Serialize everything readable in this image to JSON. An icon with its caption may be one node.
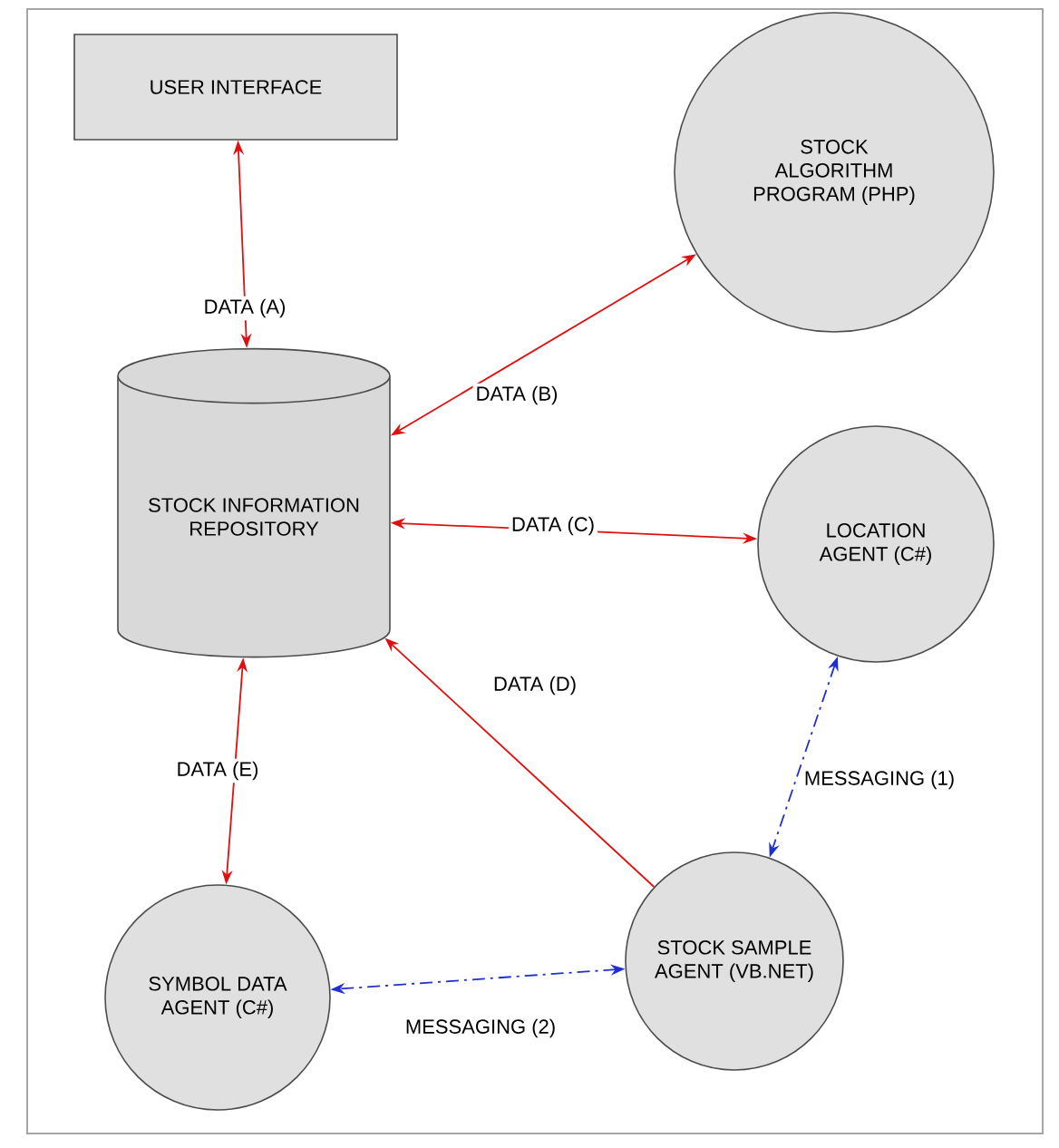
{
  "diagram": {
    "nodes": [
      {
        "text": [
          "USER INTERFACE"
        ]
      },
      {
        "text": [
          "STOCK ALGORITHM PROGRAM (PHP)"
        ]
      },
      {
        "text": [
          "STOCK INFORMATION REPOSITORY"
        ]
      },
      {
        "text": [
          "LOCATION AGENT (C#)"
        ]
      },
      {
        "text": [
          "STOCK SAMPLE AGENT (VB.NET)"
        ]
      },
      {
        "text": [
          "SYMBOL DATA AGENT (C#)"
        ]
      }
    ],
    "edges": [
      {
        "from": 0,
        "to": 2,
        "arrow": "both",
        "label": "DATA (A)"
      },
      {
        "from": 2,
        "to": 1,
        "arrow": "both",
        "label": "DATA (B)"
      },
      {
        "from": 2,
        "to": 3,
        "arrow": "both",
        "label": "DATA (C)"
      },
      {
        "from": 4,
        "to": 2,
        "arrow": "to",
        "label": "DATA (D)"
      },
      {
        "from": 2,
        "to": 5,
        "arrow": "both",
        "label": "DATA (E)"
      },
      {
        "from": 3,
        "to": 4,
        "arrow": "both",
        "label": "MESSAGING (1)",
        "style": "dashed",
        "color": "#1f2fd0"
      },
      {
        "from": 4,
        "to": 5,
        "arrow": "both",
        "label": "MESSAGING (2)",
        "style": "dashed",
        "color": "#1f2fd0"
      }
    ]
  }
}
